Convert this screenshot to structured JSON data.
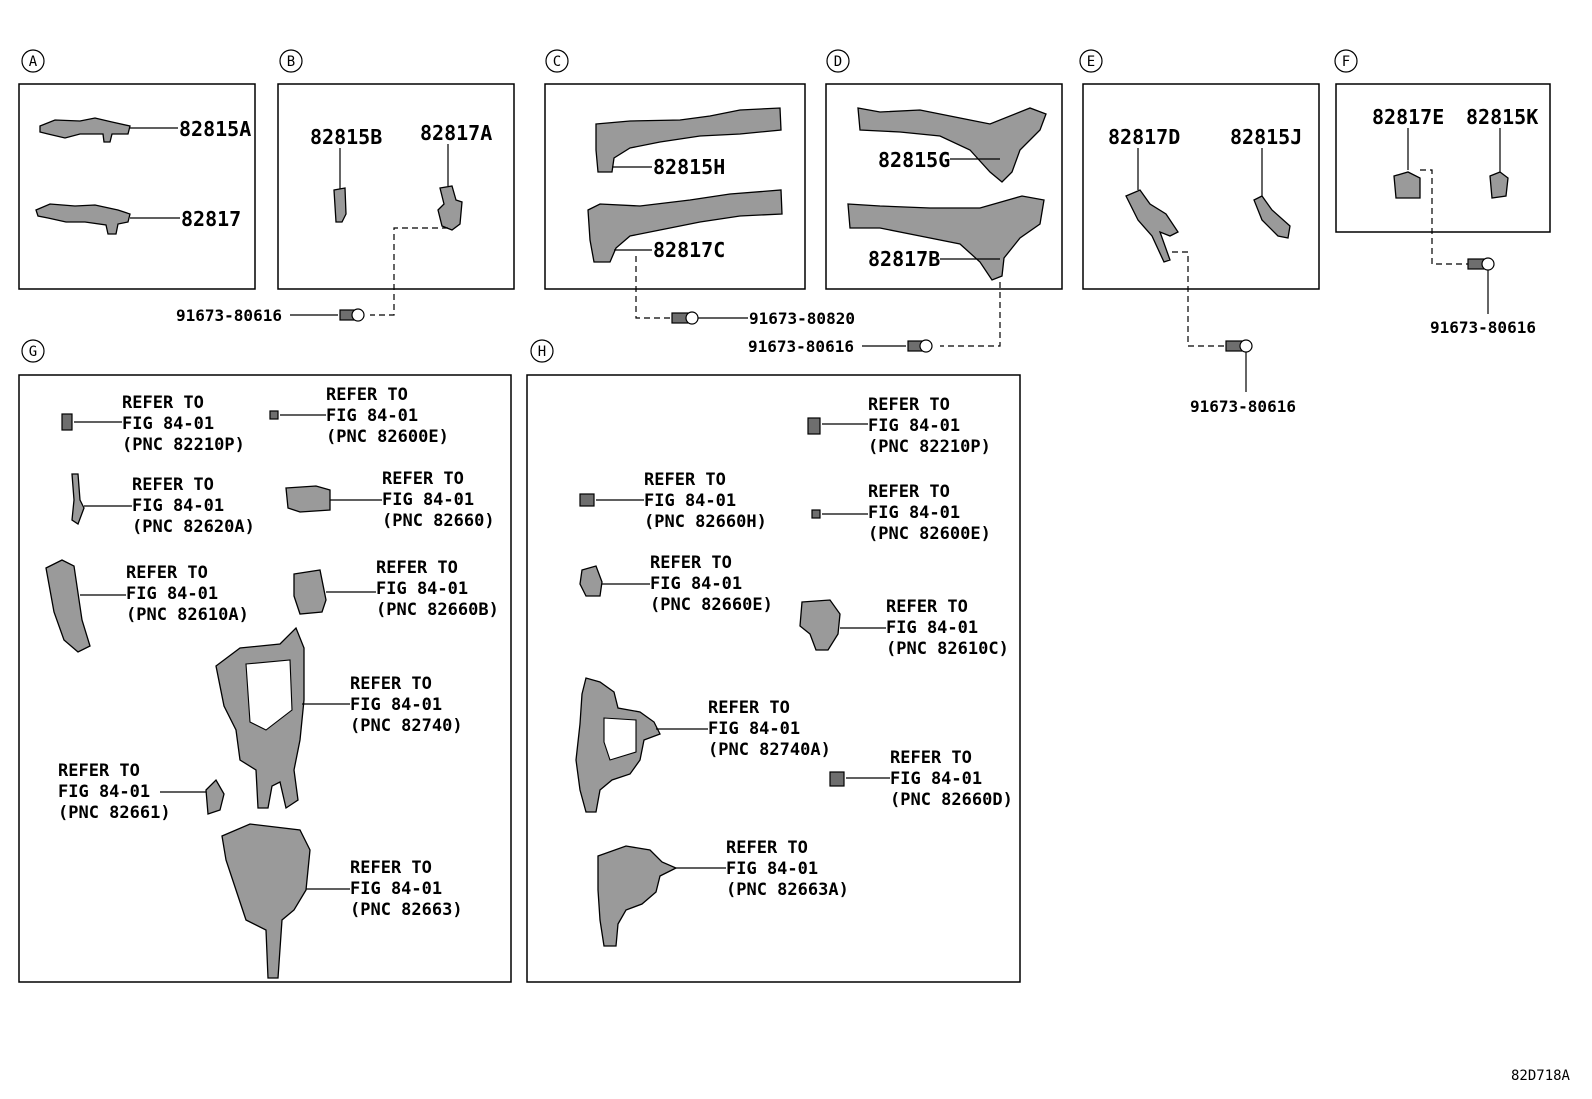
{
  "sections": {
    "A": {
      "letter": "A",
      "parts": [
        "82815A",
        "82817"
      ]
    },
    "B": {
      "letter": "B",
      "parts": [
        "82815B",
        "82817A"
      ]
    },
    "C": {
      "letter": "C",
      "parts": [
        "82815H",
        "82817C"
      ]
    },
    "D": {
      "letter": "D",
      "parts": [
        "82815G",
        "82817B"
      ]
    },
    "E": {
      "letter": "E",
      "parts": [
        "82817D",
        "82815J"
      ]
    },
    "F": {
      "letter": "F",
      "parts": [
        "82817E",
        "82815K"
      ]
    },
    "G": {
      "letter": "G"
    },
    "H": {
      "letter": "H"
    }
  },
  "hardware": {
    "B": "91673-80616",
    "C": "91673-80820",
    "D": "91673-80616",
    "E": "91673-80616",
    "F": "91673-80616"
  },
  "refer": {
    "line1": "REFER TO",
    "line2": "FIG 84-01"
  },
  "refs_g": [
    "(PNC 82210P)",
    "(PNC 82600E)",
    "(PNC 82620A)",
    "(PNC 82660)",
    "(PNC 82610A)",
    "(PNC 82660B)",
    "(PNC 82740)",
    "(PNC 82661)",
    "(PNC 82663)"
  ],
  "refs_h": [
    "(PNC 82210P)",
    "(PNC 82660H)",
    "(PNC 82600E)",
    "(PNC 82660E)",
    "(PNC 82610C)",
    "(PNC 82740A)",
    "(PNC 82660D)",
    "(PNC 82663A)"
  ],
  "figure_code": "82D718A"
}
